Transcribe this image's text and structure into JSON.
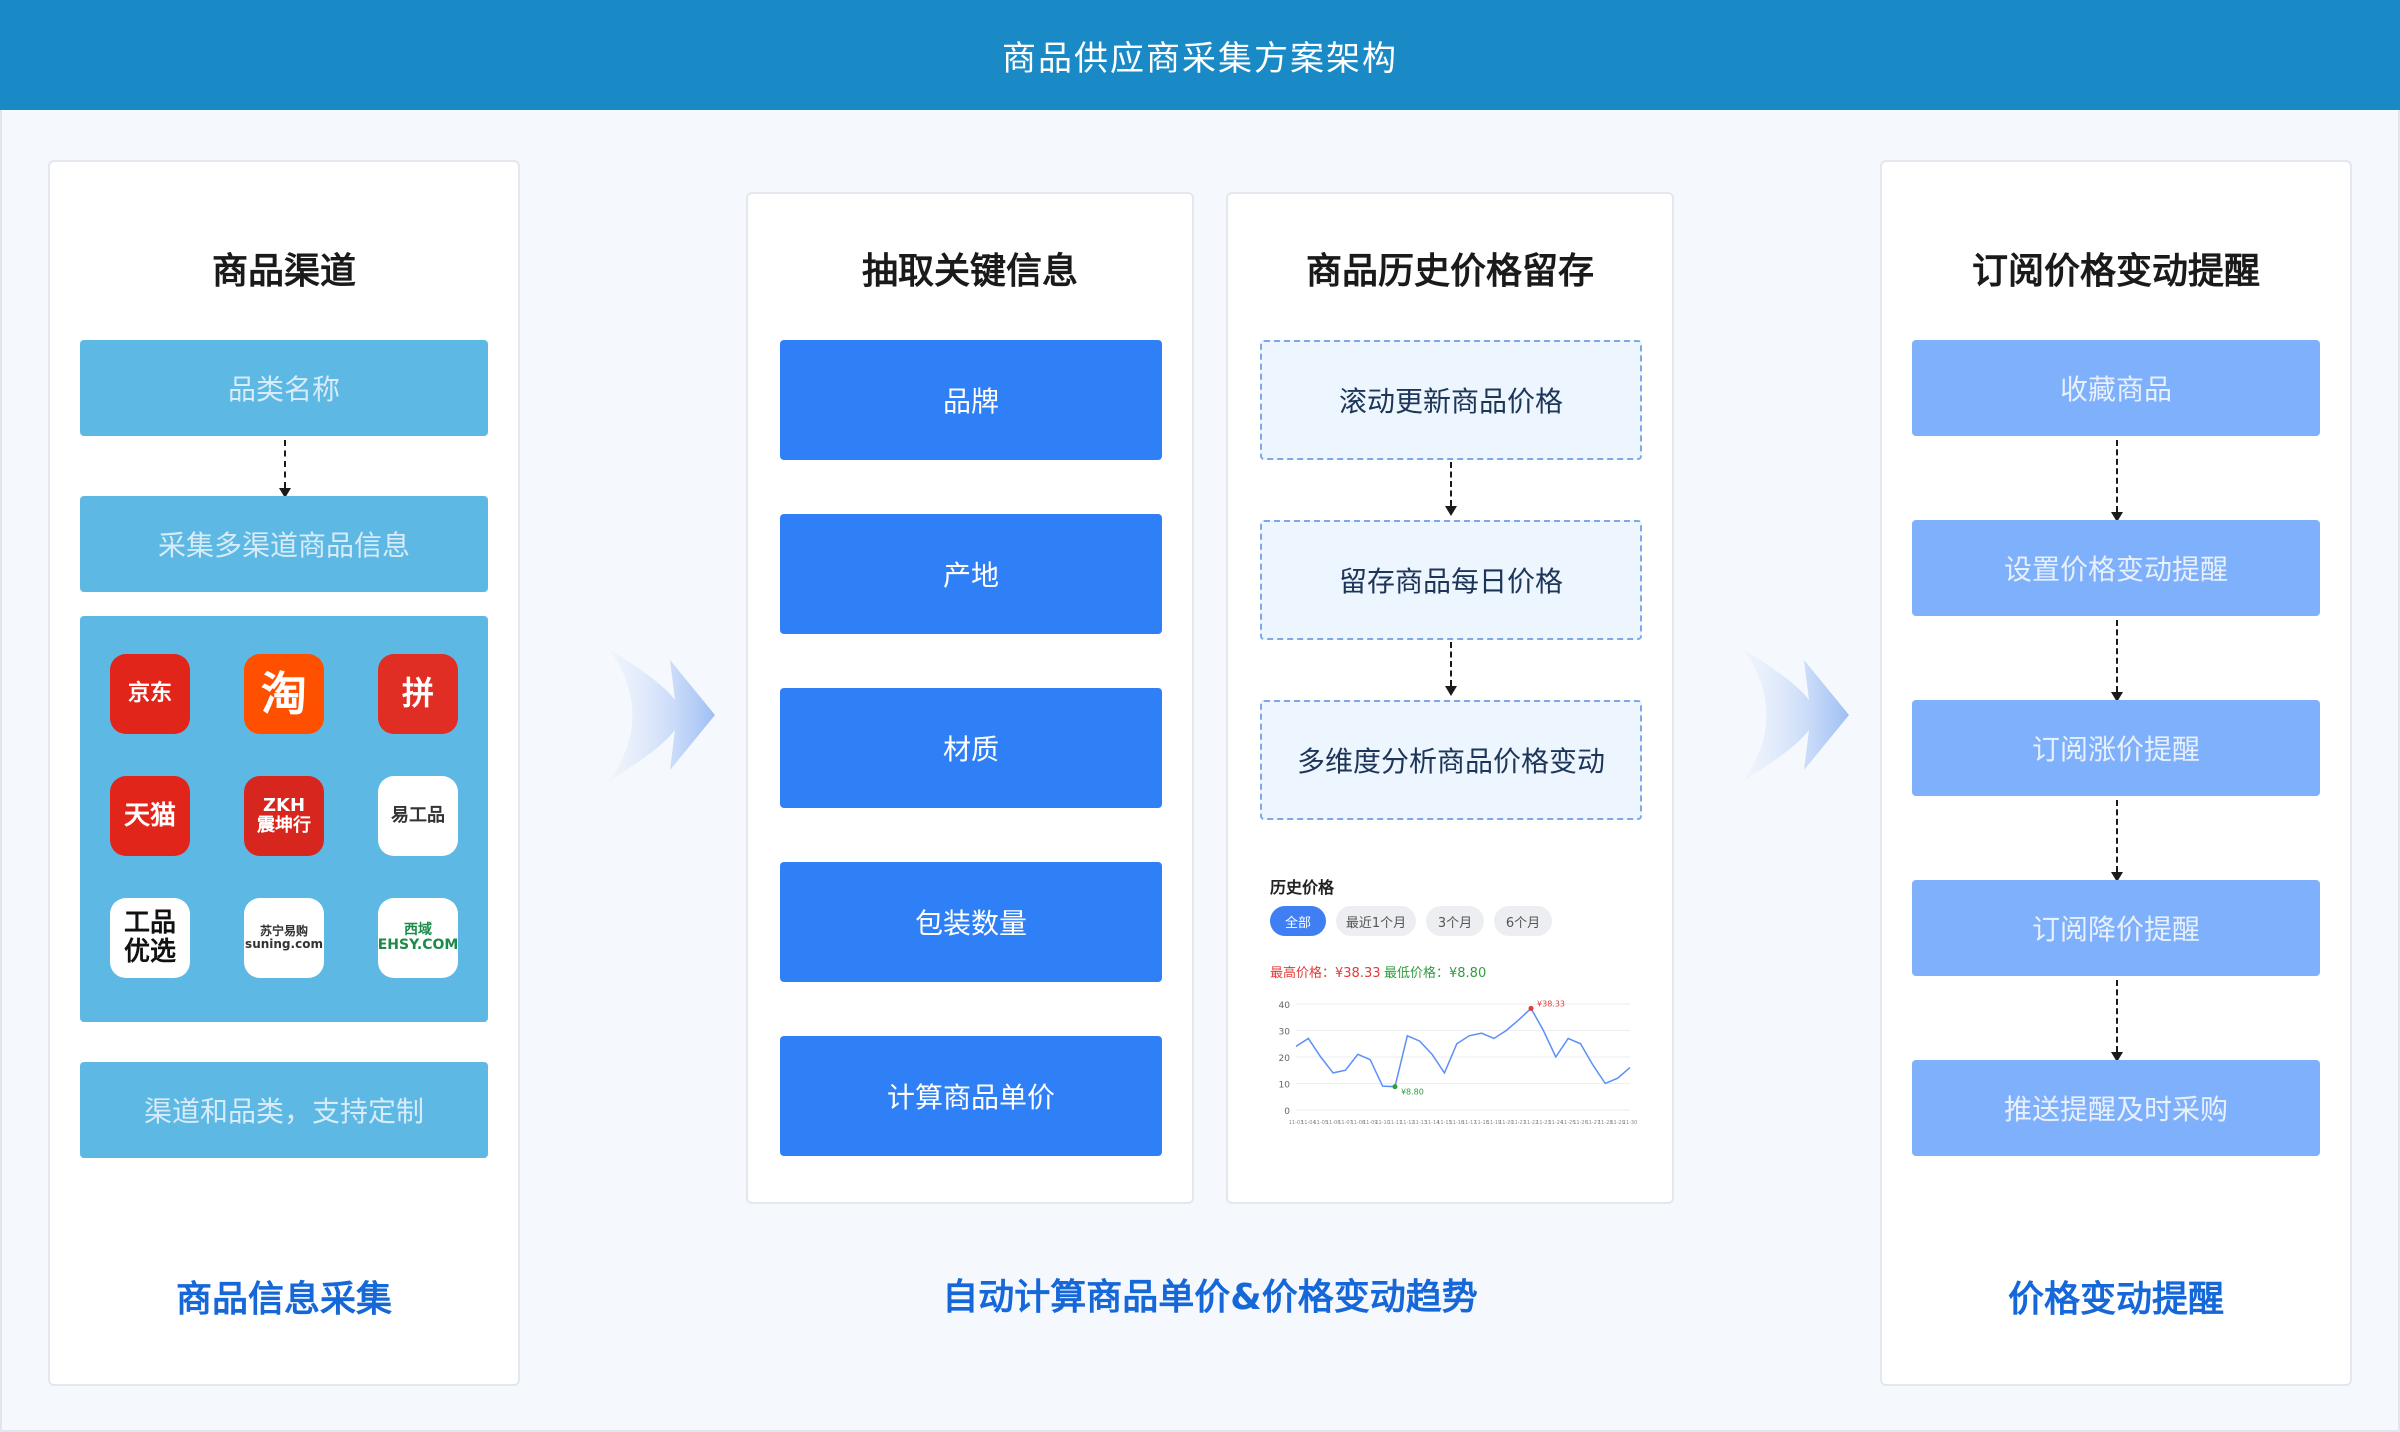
{
  "header": {
    "title": "商品供应商采集方案架构"
  },
  "colors": {
    "header": "#1a8ac6",
    "accent": "#2f7ff6",
    "light": "#5eb8e4",
    "pale": "#7eb0fb",
    "footer": "#1667d8"
  },
  "col1": {
    "title": "商品渠道",
    "box1": "品类名称",
    "box2": "采集多渠道商品信息",
    "box3": "渠道和品类，支持定制",
    "logos": [
      {
        "text": "京东",
        "icon": "jd-logo"
      },
      {
        "text": "淘",
        "icon": "taobao-logo"
      },
      {
        "text": "拼",
        "icon": "pinduoduo-logo"
      },
      {
        "text": "天猫",
        "icon": "tmall-logo"
      },
      {
        "text": "ZKH\n震坤行",
        "icon": "zkh-logo"
      },
      {
        "text": "易工品",
        "icon": "yigongpin-logo"
      },
      {
        "text": "工品\n优选",
        "icon": "jd-gongpin-logo"
      },
      {
        "text": "苏宁易购\nsuning.com",
        "icon": "suning-logo"
      },
      {
        "text": "西域\nEHSY.COM",
        "icon": "ehsy-logo"
      }
    ],
    "footer": "商品信息采集"
  },
  "col2": {
    "title": "抽取关键信息",
    "items": [
      "品牌",
      "产地",
      "材质",
      "包装数量",
      "计算商品单价"
    ]
  },
  "col3": {
    "title": "商品历史价格留存",
    "items": [
      "滚动更新商品价格",
      "留存商品每日价格",
      "多维度分析商品价格变动"
    ],
    "chart_title": "历史价格",
    "chips": [
      "全部",
      "最近1个月",
      "3个月",
      "6个月"
    ],
    "max_label": "最高价格：¥38.33",
    "min_label": "最低价格：¥8.80"
  },
  "col4": {
    "title": "订阅价格变动提醒",
    "items": [
      "收藏商品",
      "设置价格变动提醒",
      "订阅涨价提醒",
      "订阅降价提醒",
      "推送提醒及时采购"
    ],
    "footer": "价格变动提醒"
  },
  "middle_footer": "自动计算商品单价&价格变动趋势",
  "chart_data": {
    "type": "line",
    "title": "历史价格",
    "ylim": [
      0,
      40
    ],
    "yticks": [
      0,
      10,
      20,
      30,
      40
    ],
    "x": [
      "11-03",
      "11-04",
      "11-05",
      "11-06",
      "11-07",
      "11-08",
      "11-09",
      "11-10",
      "11-11",
      "11-12",
      "11-13",
      "11-14",
      "11-15",
      "11-16",
      "11-17",
      "11-18",
      "11-19",
      "11-20",
      "11-21",
      "11-22",
      "11-23",
      "11-24",
      "11-25",
      "11-26",
      "11-27",
      "11-28",
      "11-29",
      "11-30"
    ],
    "values": [
      24,
      27,
      20,
      14,
      15,
      21,
      19,
      9,
      8.8,
      28,
      26,
      21,
      14,
      25,
      28,
      29,
      27,
      30,
      34,
      38.33,
      30,
      20,
      27,
      25,
      17,
      10,
      12,
      16
    ],
    "annotations": [
      {
        "label": "¥38.33",
        "index": 19
      },
      {
        "label": "¥8.80",
        "index": 8
      }
    ],
    "series_color": "#5b8ff9"
  }
}
